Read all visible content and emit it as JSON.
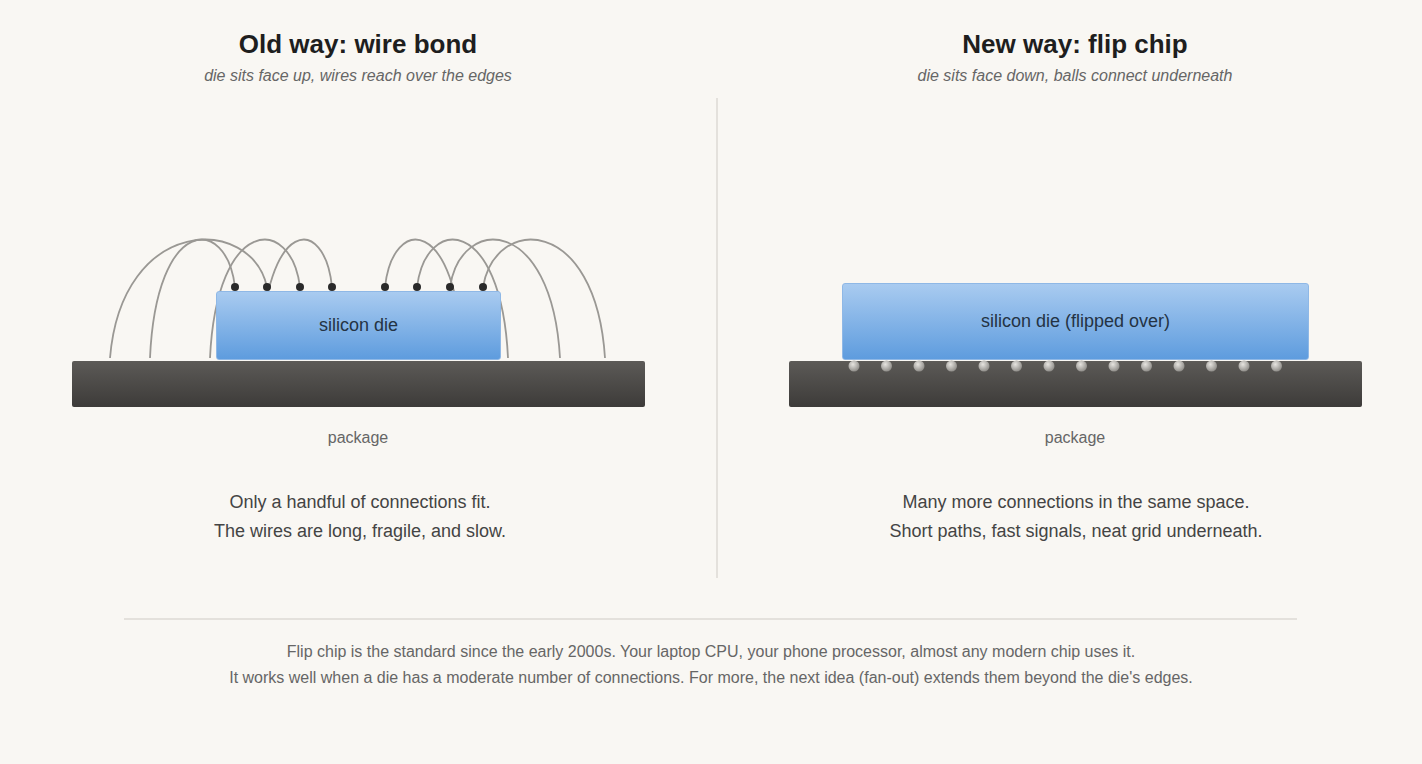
{
  "diagram": {
    "nodes": [
      {
        "text": [
          "silicon die"
        ]
      },
      {
        "text": [
          "silicon die (flipped over)"
        ]
      }
    ],
    "labels": [
      "Old way: wire bond",
      "die sits face up, wires reach over the edges",
      "New way: flip chip",
      "die sits face down, balls connect underneath",
      "package",
      "Only a handful of connections fit.",
      "The wires are long, fragile, and slow.",
      "package",
      "Many more connections in the same space.",
      "Short paths, fast signals, neat grid underneath.",
      "Flip chip is the standard since the early 2000s. Your laptop CPU, your phone processor, almost any modern chip uses it.",
      "It works well when a die has a moderate number of connections. For more, the next idea (fan-out) extends them beyond the die's edges."
    ]
  }
}
